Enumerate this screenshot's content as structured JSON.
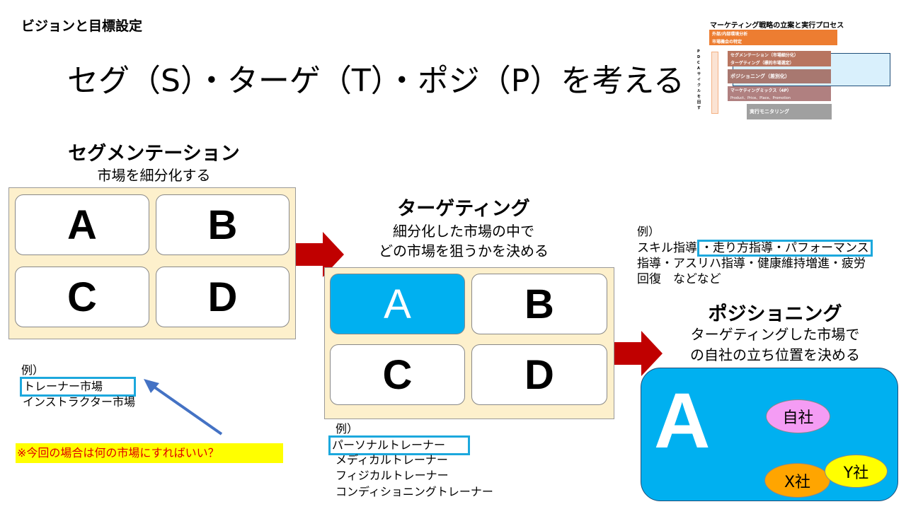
{
  "slide": {
    "section_title": "ビジョンと目標設定",
    "main_title": "セグ（S）・ターゲ（T）・ポジ（P）を考える"
  },
  "diagram": {
    "title": "マーケティング戦略の立案と実行プロセス",
    "steps": [
      "外部/内部環境分析",
      "市場機会の特定",
      "セグメンテーション（市場細分化）",
      "ターゲティング（標的市場選定）",
      "ポジショニング（差別化）",
      "マーケティングミックス（4P）",
      "Product、Price、Place、Promotion",
      "実行モニタリング"
    ],
    "cycle_label": "PDCAサイクルを回す"
  },
  "segmentation": {
    "heading": "セグメンテーション",
    "subtitle": "市場を細分化する",
    "cells": [
      "A",
      "B",
      "C",
      "D"
    ],
    "example_label": "例）",
    "examples": [
      "トレーナー市場",
      "インストラクター市場"
    ],
    "note": "※今回の場合は何の市場にすればいい？"
  },
  "targeting": {
    "heading": "ターゲティング",
    "subtitle_1": "細分化した市場の中で",
    "subtitle_2": "どの市場を狙うかを決める",
    "cells": [
      "A",
      "B",
      "C",
      "D"
    ],
    "example_label": "例）",
    "examples": [
      "パーソナルトレーナー",
      "メディカルトレーナー",
      "フィジカルトレーナー",
      "コンディショニングトレーナー"
    ]
  },
  "positioning": {
    "heading": "ポジショニング",
    "subtitle_1": "ターゲティングした市場で",
    "subtitle_2": "の自社の立ち位置を決める",
    "market": "A",
    "players": [
      "自社",
      "X社",
      "Y社"
    ],
    "example_label": "例）",
    "example_line1_pre": "スキル指導",
    "example_line1_hl": "・走り方指導・パフォーマンス",
    "example_line2": "指導・アスリハ指導・健康維持増進・疲労",
    "example_line3": "回復　などなど"
  },
  "colors": {
    "accent_blue": "#00b0f0",
    "arrow_red": "#c00000",
    "highlight": "#ffff00"
  }
}
